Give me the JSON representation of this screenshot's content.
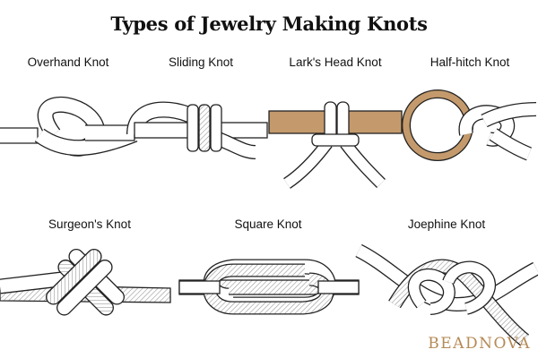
{
  "title": "Types of Jewelry Making Knots",
  "knots": [
    {
      "id": "overhand",
      "label": "Overhand Knot"
    },
    {
      "id": "sliding",
      "label": "Sliding Knot"
    },
    {
      "id": "larks-head",
      "label": "Lark's Head Knot"
    },
    {
      "id": "half-hitch",
      "label": "Half-hitch Knot"
    },
    {
      "id": "surgeons",
      "label": "Surgeon's Knot"
    },
    {
      "id": "square",
      "label": "Square Knot"
    },
    {
      "id": "josephine",
      "label": "Joephine Knot"
    }
  ],
  "brand": "BEADNOVA",
  "colors": {
    "cord_stroke": "#222222",
    "cord_fill": "#ffffff",
    "hatch": "#999999",
    "bar": "#c49a6c",
    "ring": "#c49a6c",
    "brand": "#b58a55"
  }
}
